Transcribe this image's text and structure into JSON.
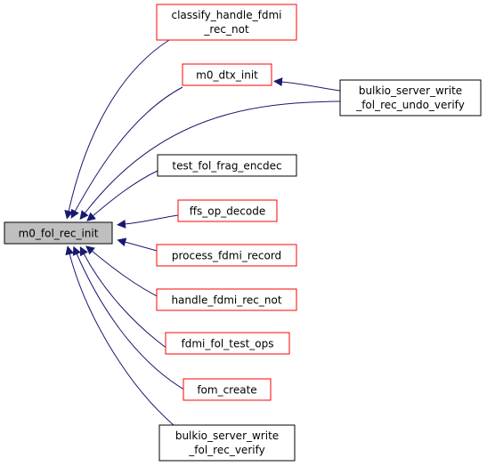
{
  "graph": {
    "root": {
      "label": "m0_fol_rec_init"
    },
    "callers": [
      {
        "id": "classify",
        "lines": [
          "classify_handle_fdmi",
          "_rec_not"
        ],
        "border": "red"
      },
      {
        "id": "dtx",
        "lines": [
          "m0_dtx_init"
        ],
        "border": "red"
      },
      {
        "id": "bulkio_undo",
        "lines": [
          "bulkio_server_write",
          "_fol_rec_undo_verify"
        ],
        "border": "black"
      },
      {
        "id": "test_frag",
        "lines": [
          "test_fol_frag_encdec"
        ],
        "border": "black"
      },
      {
        "id": "ffs",
        "lines": [
          "ffs_op_decode"
        ],
        "border": "red"
      },
      {
        "id": "process",
        "lines": [
          "process_fdmi_record"
        ],
        "border": "red"
      },
      {
        "id": "handle",
        "lines": [
          "handle_fdmi_rec_not"
        ],
        "border": "red"
      },
      {
        "id": "fdmi_ops",
        "lines": [
          "fdmi_fol_test_ops"
        ],
        "border": "red"
      },
      {
        "id": "fom",
        "lines": [
          "fom_create"
        ],
        "border": "red"
      },
      {
        "id": "bulkio_verify",
        "lines": [
          "bulkio_server_write",
          "_fol_rec_verify"
        ],
        "border": "black"
      }
    ],
    "colors": {
      "red_border": "#ff0000",
      "black_border": "#000000",
      "root_fill": "#bfbfbf",
      "edge": "#191970"
    }
  }
}
